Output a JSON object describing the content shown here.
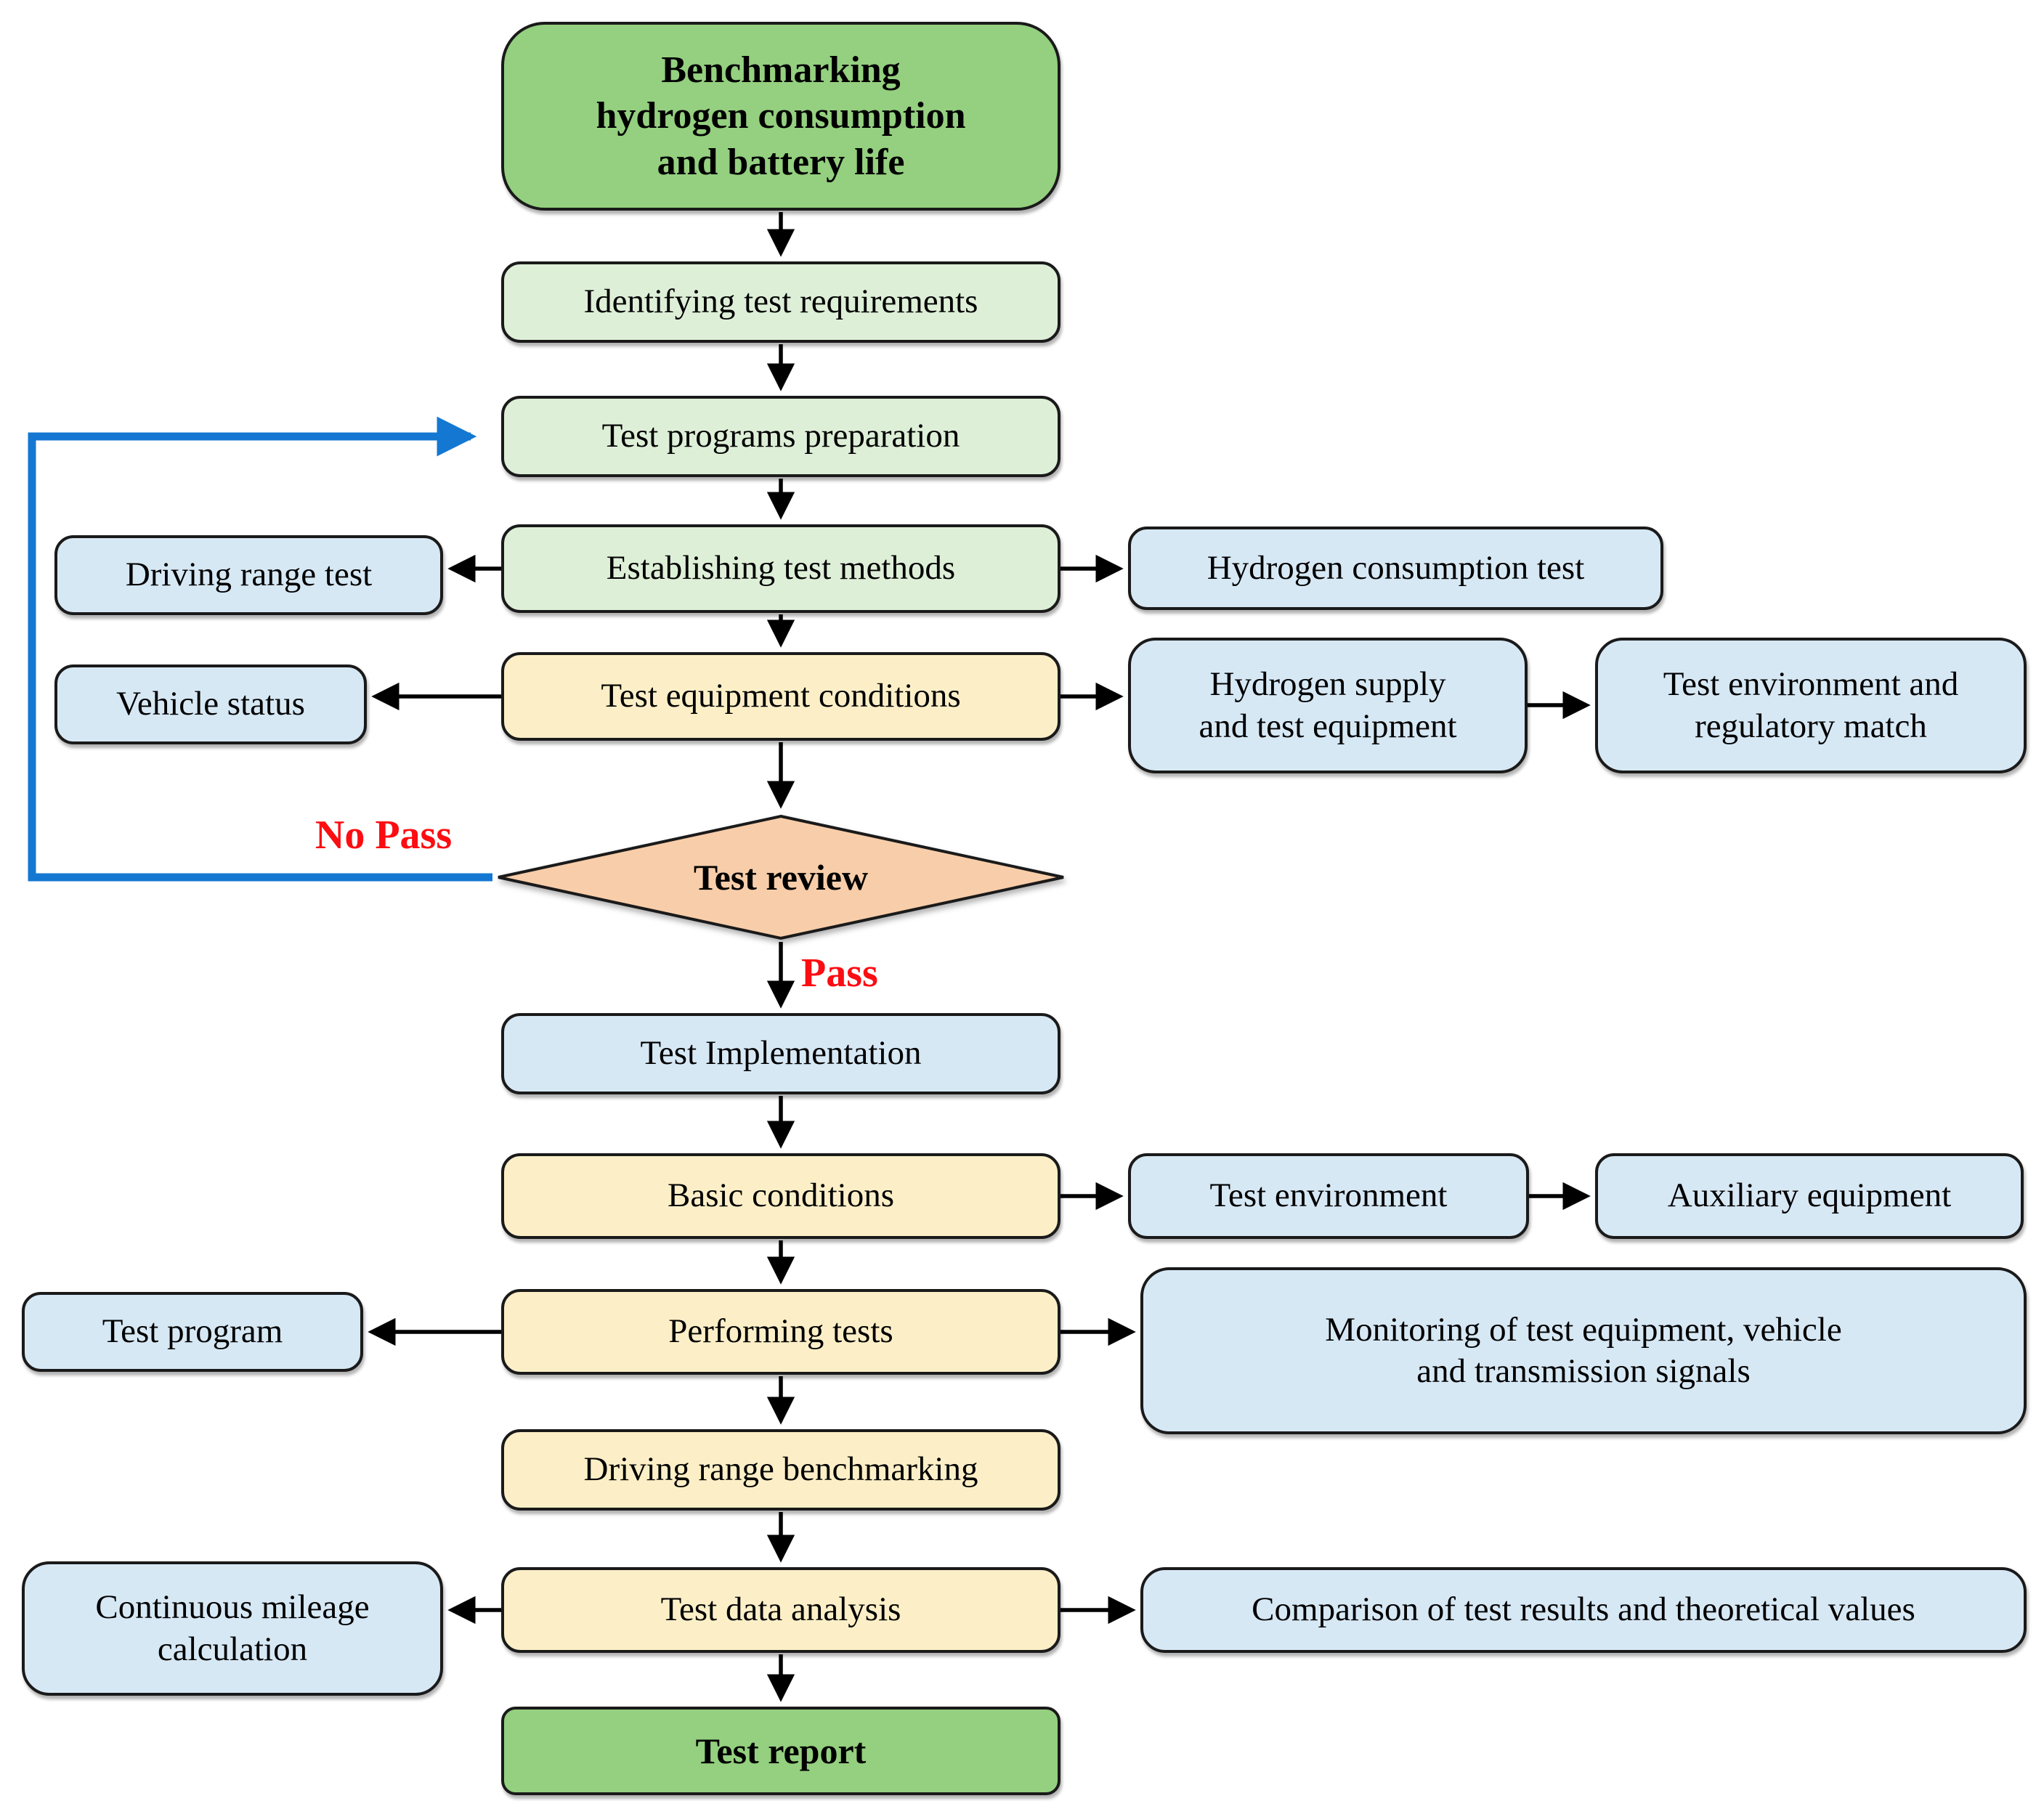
{
  "title": "Benchmarking hydrogen consumption and battery life test flowchart",
  "colors": {
    "green": "#94d07f",
    "light_green": "#deefd8",
    "blue": "#d7e8f5",
    "yellow": "#fcefc7",
    "peach": "#f8cda9",
    "arrow_black": "#000000",
    "arrow_blue": "#1478d2",
    "label_red": "#fb0d12",
    "border": "#1a1a1a"
  },
  "nodes": {
    "benchmarking": "Benchmarking\nhydrogen consumption\nand battery life",
    "identifying_requirements": "Identifying test requirements",
    "programs_preparation": "Test programs preparation",
    "establishing_methods": "Establishing test methods",
    "driving_range_test": "Driving range test",
    "hydrogen_consumption_test": "Hydrogen consumption test",
    "equipment_conditions": "Test equipment conditions",
    "vehicle_status": "Vehicle status",
    "hydrogen_supply": "Hydrogen supply\nand test equipment",
    "environment_regulatory": "Test environment and\nregulatory match",
    "test_review": "Test review",
    "test_implementation": "Test Implementation",
    "basic_conditions": "Basic conditions",
    "test_environment": "Test environment",
    "auxiliary_equipment": "Auxiliary equipment",
    "performing_tests": "Performing tests",
    "test_program": "Test program",
    "monitoring": "Monitoring of test equipment, vehicle\nand transmission signals",
    "driving_range_benchmarking": "Driving range benchmarking",
    "test_data_analysis": "Test data analysis",
    "mileage_calculation": "Continuous mileage\ncalculation",
    "comparison": "Comparison of test results and theoretical values",
    "test_report": "Test report"
  },
  "edge_labels": {
    "no_pass": "No Pass",
    "pass": "Pass"
  }
}
